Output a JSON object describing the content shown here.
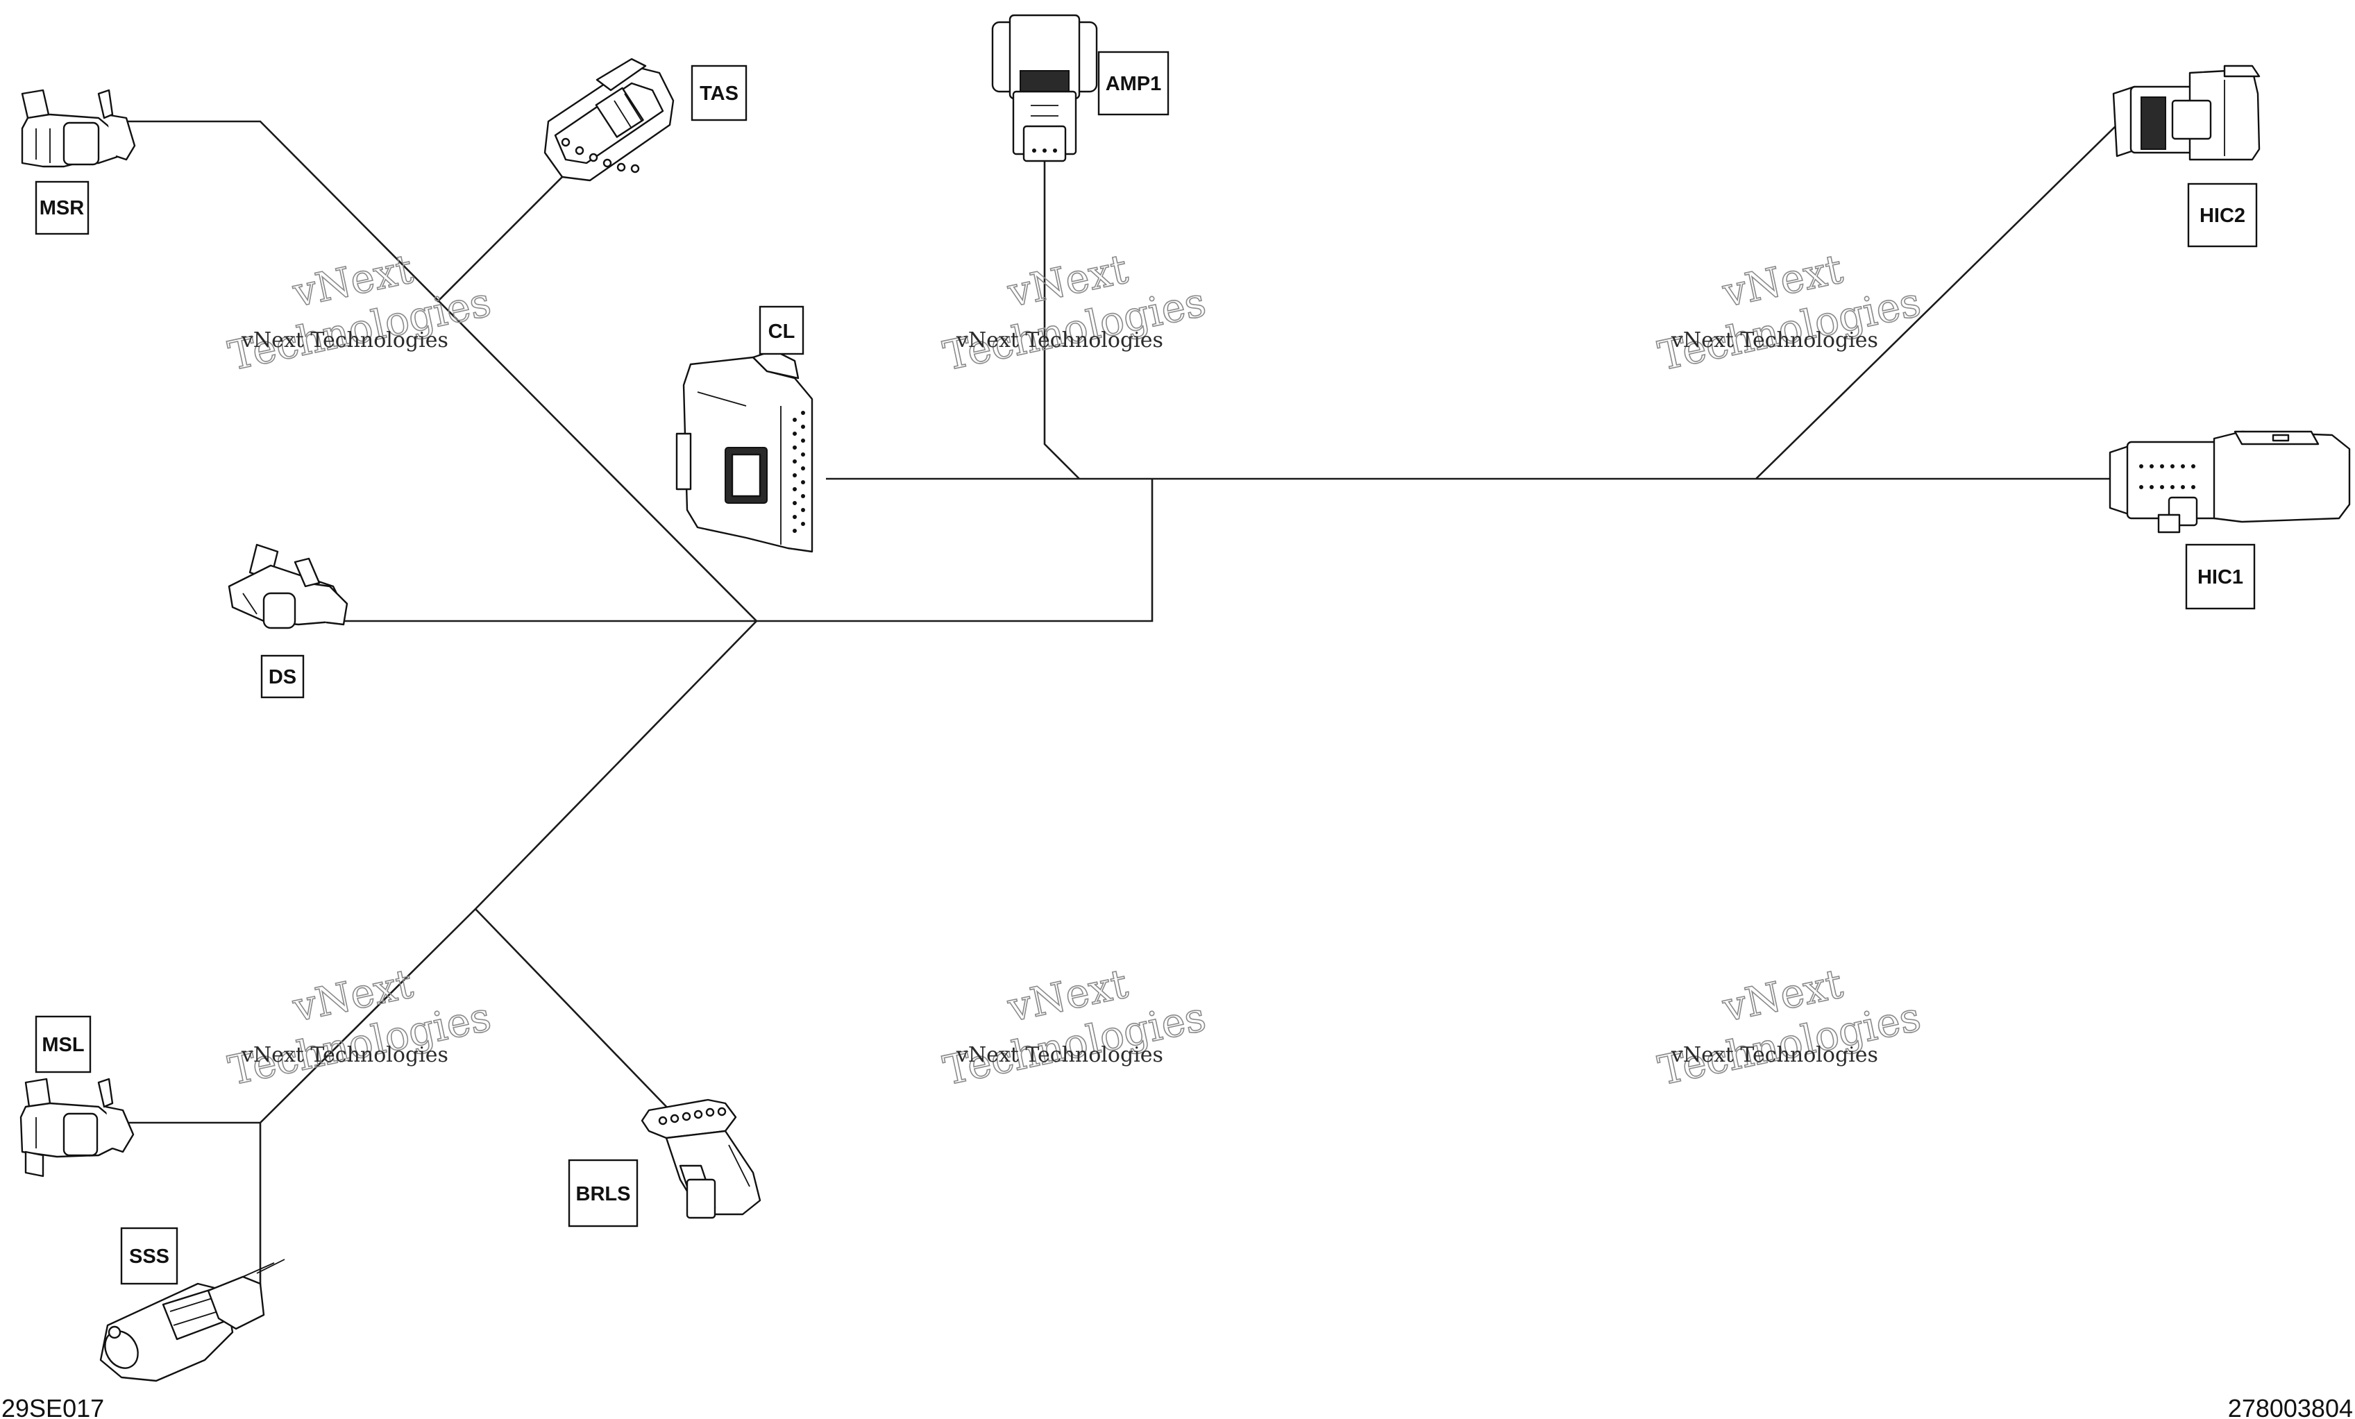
{
  "connectors": {
    "msr": "MSR",
    "tas": "TAS",
    "amp1": "AMP1",
    "hic2": "HIC2",
    "cl": "CL",
    "hic1": "HIC1",
    "ds": "DS",
    "msl": "MSL",
    "sss": "SSS",
    "brls": "BRLS"
  },
  "watermark": {
    "line1": "vNext",
    "line2": "Technologies",
    "caption": "vNext Technologies"
  },
  "figure_code": "29SE017",
  "part_number": "278003804"
}
